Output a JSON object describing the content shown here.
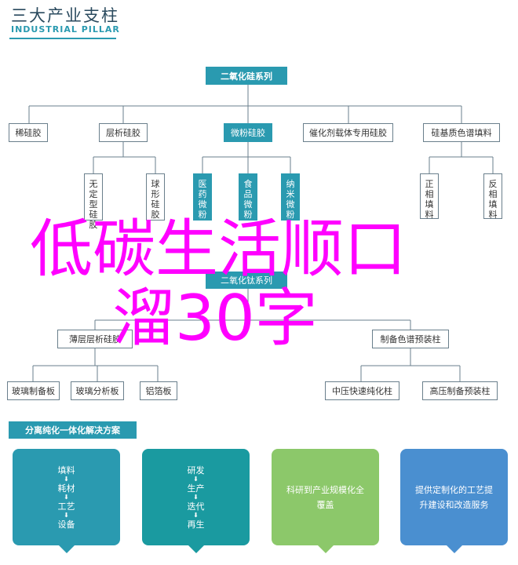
{
  "logo": {
    "cn": "三大产业支柱",
    "en": "INDUSTRIAL PILLAR"
  },
  "tree": {
    "root": "二氧化硅系列",
    "level1": [
      "稀硅胶",
      "层析硅胶",
      "微粉硅胶",
      "催化剂载体专用硅胶",
      "硅基质色谱填料"
    ],
    "level2_left": [
      "无定型硅胶",
      "球形硅胶"
    ],
    "level2_center": [
      "医药微粉",
      "食品微粉",
      "纳米微粉"
    ],
    "level2_right": [
      "正相填料",
      "反相填料"
    ]
  },
  "tree2": {
    "root": "二氧化钛系列",
    "level1": [
      "薄层层析硅胶",
      "制备色谱预装柱"
    ],
    "level2": [
      "玻璃制备板",
      "玻璃分析板",
      "铝箔板",
      "中压快速纯化柱",
      "高压制备预装柱"
    ]
  },
  "overlay": {
    "line1": "低碳生活顺口",
    "line2": "溜30字"
  },
  "solutions": {
    "title": "分离纯化一体化解决方案",
    "card1": [
      "填料",
      "耗材",
      "工艺",
      "设备"
    ],
    "card2": [
      "研发",
      "生产",
      "迭代",
      "再生"
    ],
    "card3": "科研到产业规模化全覆盖",
    "card4": "提供定制化的工艺提升建设和改造服务",
    "arrow": "⬇"
  },
  "colors": {
    "teal": "#2a9ab0",
    "dark_teal": "#1a9aa0",
    "green": "#8cc86a",
    "blue": "#4a8fd0",
    "magenta": "#ff00ff"
  }
}
